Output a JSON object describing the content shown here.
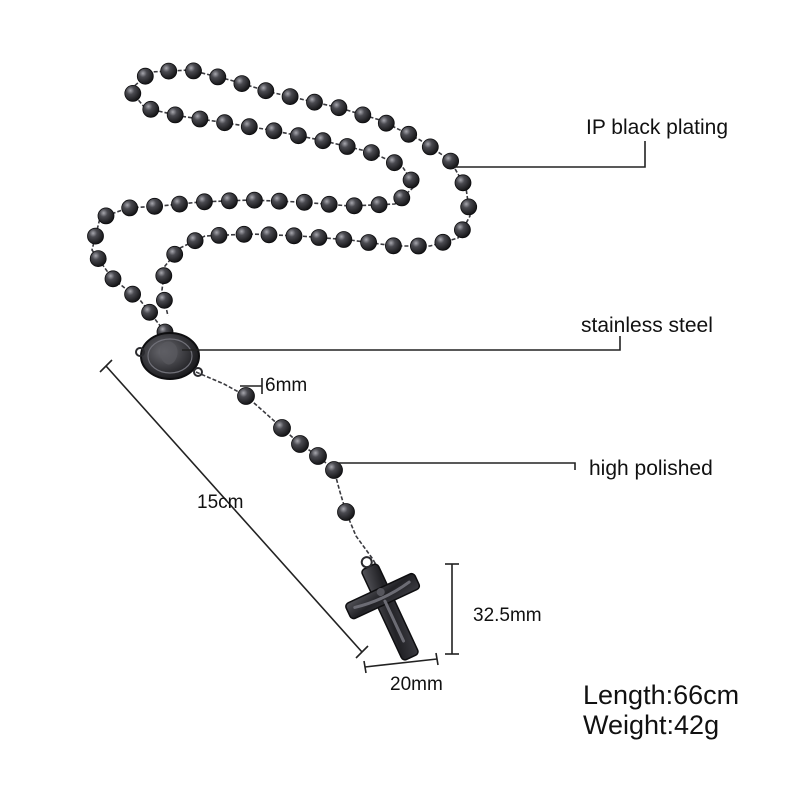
{
  "callouts": {
    "plating": "IP black plating",
    "material": "stainless steel",
    "finish": "high polished"
  },
  "dimensions": {
    "bead": "6mm",
    "drop": "15cm",
    "cross_height": "32.5mm",
    "cross_width": "20mm"
  },
  "specs": {
    "length": "Length:66cm",
    "weight": "Weight:42g"
  },
  "colors": {
    "bead": "#2a2a2e",
    "bead_highlight": "#9a9aa2",
    "chain": "#3a3a3f",
    "leader": "#222222"
  }
}
